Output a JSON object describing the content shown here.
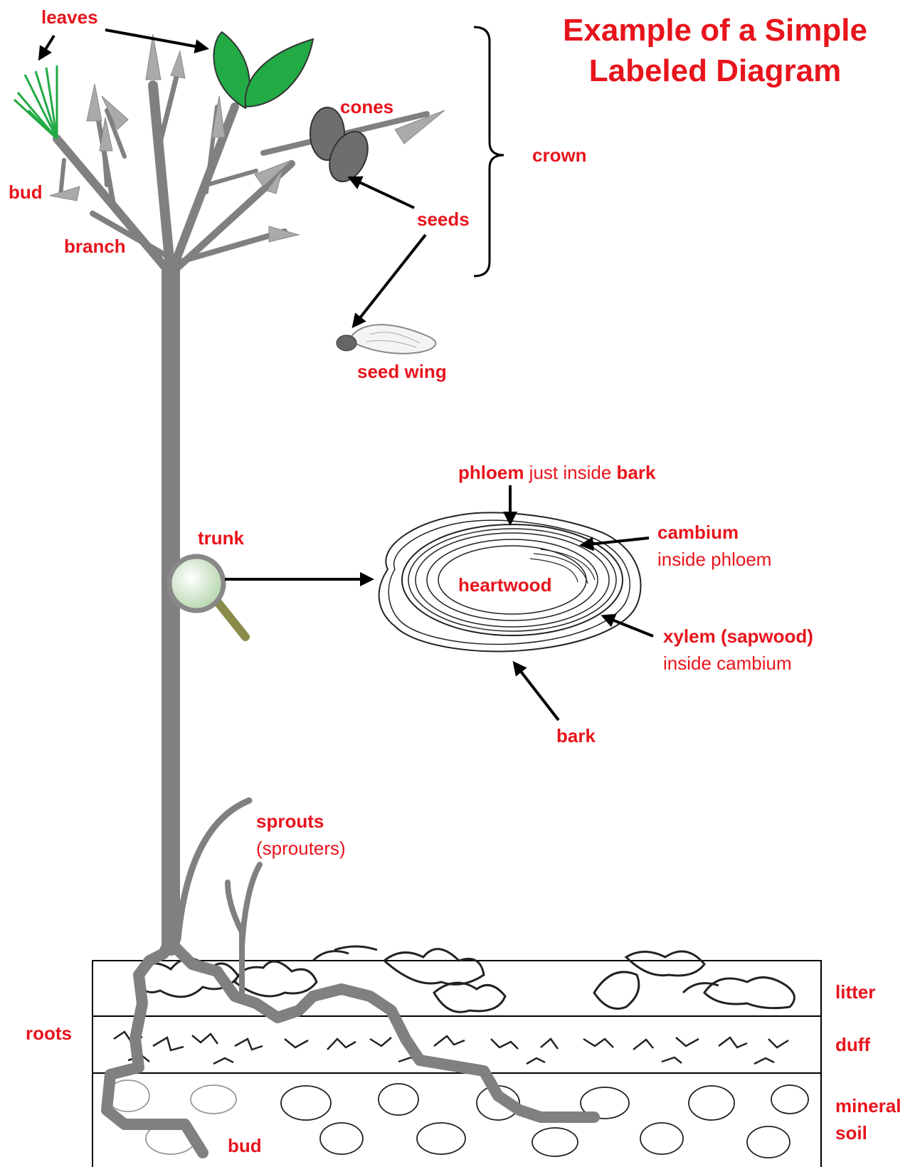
{
  "title": {
    "line1": "Example of a Simple",
    "line2": "Labeled Diagram"
  },
  "labels": {
    "leaves": "leaves",
    "bud_top": "bud",
    "branch": "branch",
    "cones": "cones",
    "crown": "crown",
    "seeds": "seeds",
    "seed_wing": "seed wing",
    "trunk": "trunk",
    "heartwood": "heartwood",
    "phloem_bold": "phloem",
    "phloem_rest": " just inside ",
    "phloem_bark": "bark",
    "cambium": "cambium",
    "cambium_sub": "inside phloem",
    "xylem": "xylem (sapwood)",
    "xylem_sub": "inside cambium",
    "bark": "bark",
    "sprouts": "sprouts",
    "sprouts_sub": "(sprouters)",
    "roots": "roots",
    "bud_bottom": "bud",
    "litter": "litter",
    "duff": "duff",
    "mineral_soil_1": "mineral",
    "mineral_soil_2": "soil"
  },
  "colors": {
    "label": "#e8141c",
    "tree": "#808080",
    "leaf": "#22aa44",
    "cone": "#6e6e6e",
    "arrow": "#000000"
  }
}
